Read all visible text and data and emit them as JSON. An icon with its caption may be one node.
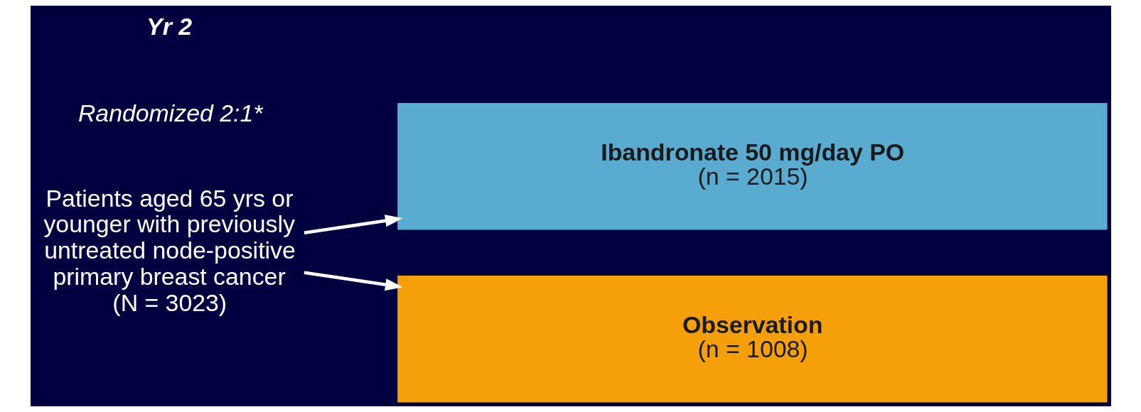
{
  "diagram": {
    "nodes": [
      {
        "text": [
          "Patients aged 65 yrs or younger with previously untreated node-positive primary breast cancer",
          "(N = 3023)"
        ]
      },
      {
        "text": [
          "Ibandronate 50 mg/day PO",
          "(n = 2015)"
        ]
      },
      {
        "text": [
          "Observation",
          "(n = 1008)"
        ]
      }
    ],
    "edges": [
      {
        "from": 0,
        "to": 1,
        "arrow": "to"
      },
      {
        "from": 0,
        "to": 2,
        "arrow": "to"
      }
    ],
    "labels": [
      "Randomized 2:1*",
      "Yr 2"
    ]
  }
}
